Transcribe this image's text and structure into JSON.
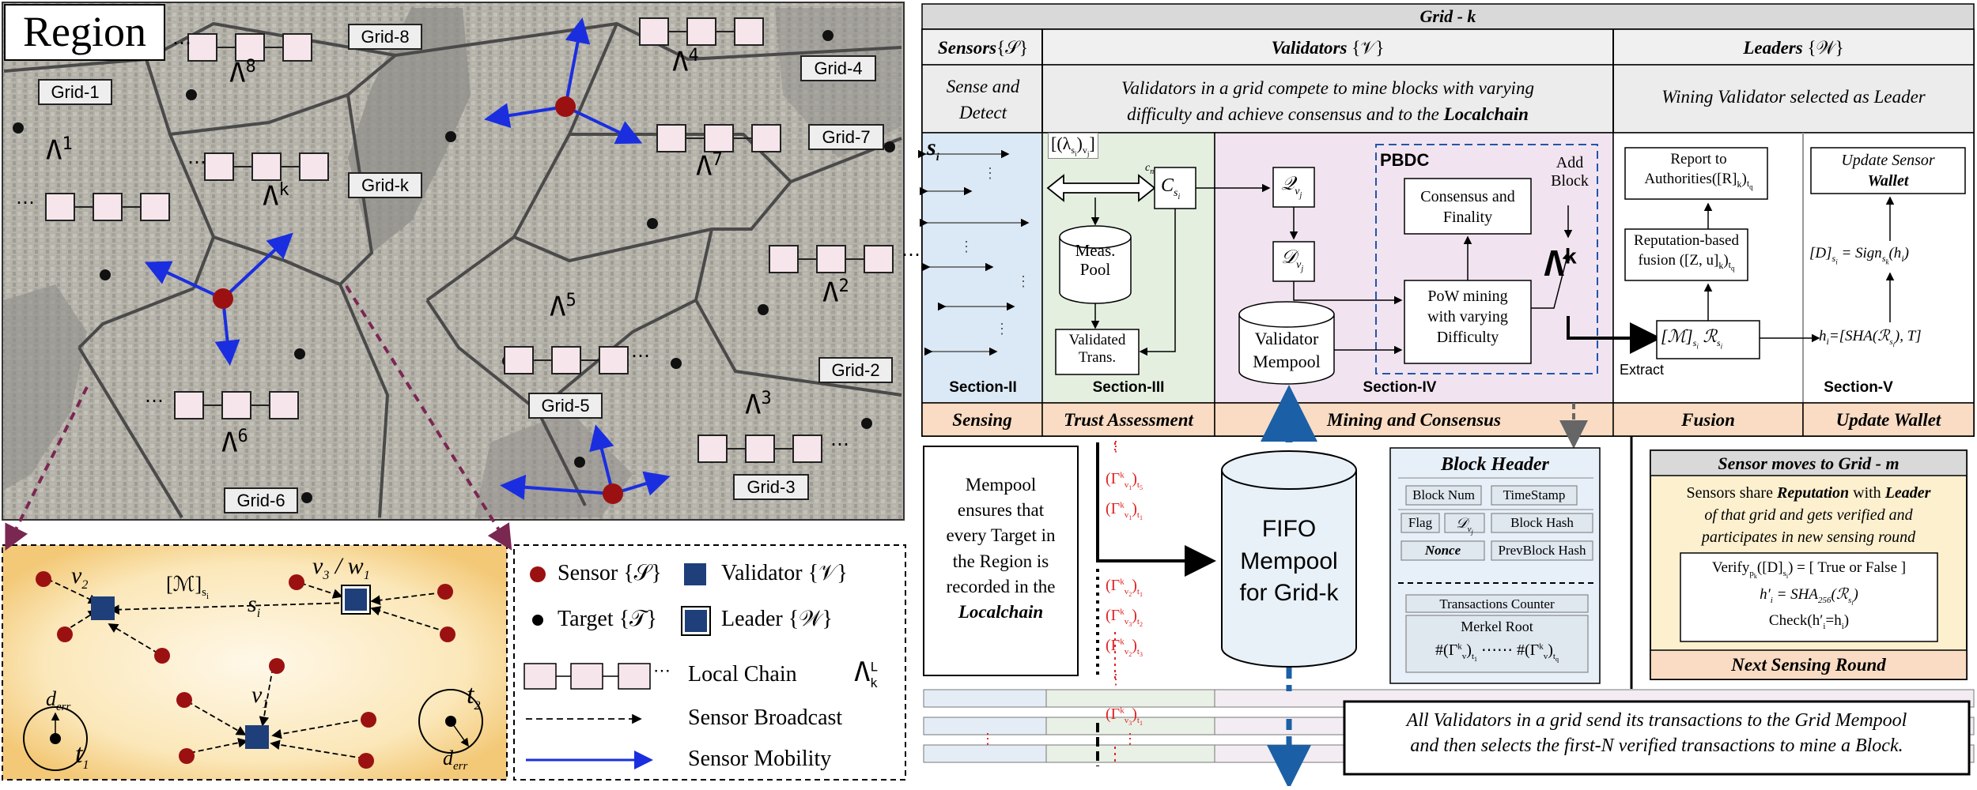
{
  "region": {
    "title": "Region",
    "grids": [
      "Grid-1",
      "Grid-8",
      "Grid-4",
      "Grid-7",
      "Grid-k",
      "Grid-2",
      "Grid-5",
      "Grid-3",
      "Grid-6"
    ],
    "chain_labels": [
      "Λ",
      "Λ",
      "Λ",
      "Λ",
      "Λ",
      "Λ",
      "Λ",
      "Λ",
      "Λ"
    ],
    "chain_sups": [
      "1",
      "8",
      "4",
      "7",
      "k",
      "2",
      "5",
      "3",
      "6"
    ]
  },
  "inset": {
    "v2": "v",
    "v2s": "2",
    "v3": "v",
    "v3s": "3",
    "w1": "w",
    "w1s": "1",
    "v1": "v",
    "v1s": "1",
    "msg": "[ℳ]",
    "msgs": "s",
    "si": "s",
    "sis": "i",
    "t1": "t",
    "t1s": "1",
    "t2": "t",
    "t2s": "2",
    "derr": "d",
    "derrs": "err"
  },
  "legend": {
    "sensor": "Sensor {𝒮}",
    "validator": "Validator {𝒱}",
    "target": "Target {𝒯}",
    "leader": "Leader {𝒲}",
    "chain": "Local Chain",
    "chain_sym": "Λ",
    "broadcast": "Sensor Broadcast",
    "mobility": "Sensor Mobility"
  },
  "gridk": {
    "title": "Grid - k",
    "sensors_head": "Sensors",
    "sensors_set": "{𝒮}",
    "validators_head": "Validators",
    "validators_set": "{𝒱}",
    "leaders_head": "Leaders",
    "leaders_set": "{𝒲}",
    "sense": [
      "Sense and",
      "Detect"
    ],
    "validators_desc": [
      "Validators in a grid compete to mine blocks with varying",
      "difficulty and achieve consensus and to the"
    ],
    "validators_desc_bold": "Localchain",
    "leaders_desc": "Wining Validator selected as Leader",
    "pbdc": "PBDC",
    "add_block": [
      "Add",
      "Block"
    ],
    "consensus": [
      "Consensus and",
      "Finality"
    ],
    "pow": [
      "PoW mining",
      "with varying",
      "Difficulty"
    ],
    "meas_pool": [
      "Meas.",
      "Pool"
    ],
    "validated": [
      "Validated",
      "Trans."
    ],
    "mempool": [
      "Validator",
      "Mempool"
    ],
    "report": [
      "Report to",
      "Authorities"
    ],
    "reputation": [
      "Reputation-based",
      "fusion"
    ],
    "update_sensor": [
      "Update Sensor",
      "Wallet"
    ],
    "extract": "Extract",
    "sections": [
      "Section-II",
      "Section-III",
      "Section-IV",
      "Section-V"
    ],
    "footer": [
      "Sensing",
      "Trust Assessment",
      "Mining and Consensus",
      "Fusion",
      "Update Wallet"
    ]
  },
  "bottom": {
    "mempool_note": [
      "Mempool",
      "ensures that",
      "every Target in",
      "the Region is",
      "recorded in the"
    ],
    "mempool_note_bold": "Localchain",
    "fifo": [
      "FIFO",
      "Mempool",
      "for Grid-k"
    ],
    "block_header": "Block Header",
    "bh_fields": [
      "Block Num",
      "TimeStamp",
      "Flag",
      "Block Hash",
      "Nonce",
      "PrevBlock Hash",
      "Transactions Counter",
      "Merkel Root"
    ],
    "note": [
      "All Validators in a grid send its transactions to the Grid Mempool",
      "and then selects the first-N verified transactions to mine a Block."
    ],
    "moves_title": "Sensor moves to Grid - m",
    "moves_text": [
      "Sensors share",
      "Reputation",
      "with",
      "Leader",
      "of that grid and gets verified and",
      "participates in new sensing round"
    ],
    "verify": "[ True or False ]",
    "check": "Check",
    "next_round": "Next Sensing Round"
  },
  "colors": {
    "sensor": "#9b1111",
    "validator": "#1f3f7a",
    "arrow_blue": "#1a2ee0",
    "dashed_purple": "#7a2752",
    "red_text": "#e02020",
    "sensing_bg": "#dbe8f5",
    "trust_bg": "#e4efe0",
    "mining_bg": "#f1e4f0",
    "footer_bg": "#f9dcc3",
    "header_bg": "#d9d9d9",
    "fifo_fill": "#e8f0f8",
    "fifo_arrow": "#1b5fa6",
    "bh_bg": "#e7eff8",
    "moves_bg": "#fdf0cf"
  }
}
